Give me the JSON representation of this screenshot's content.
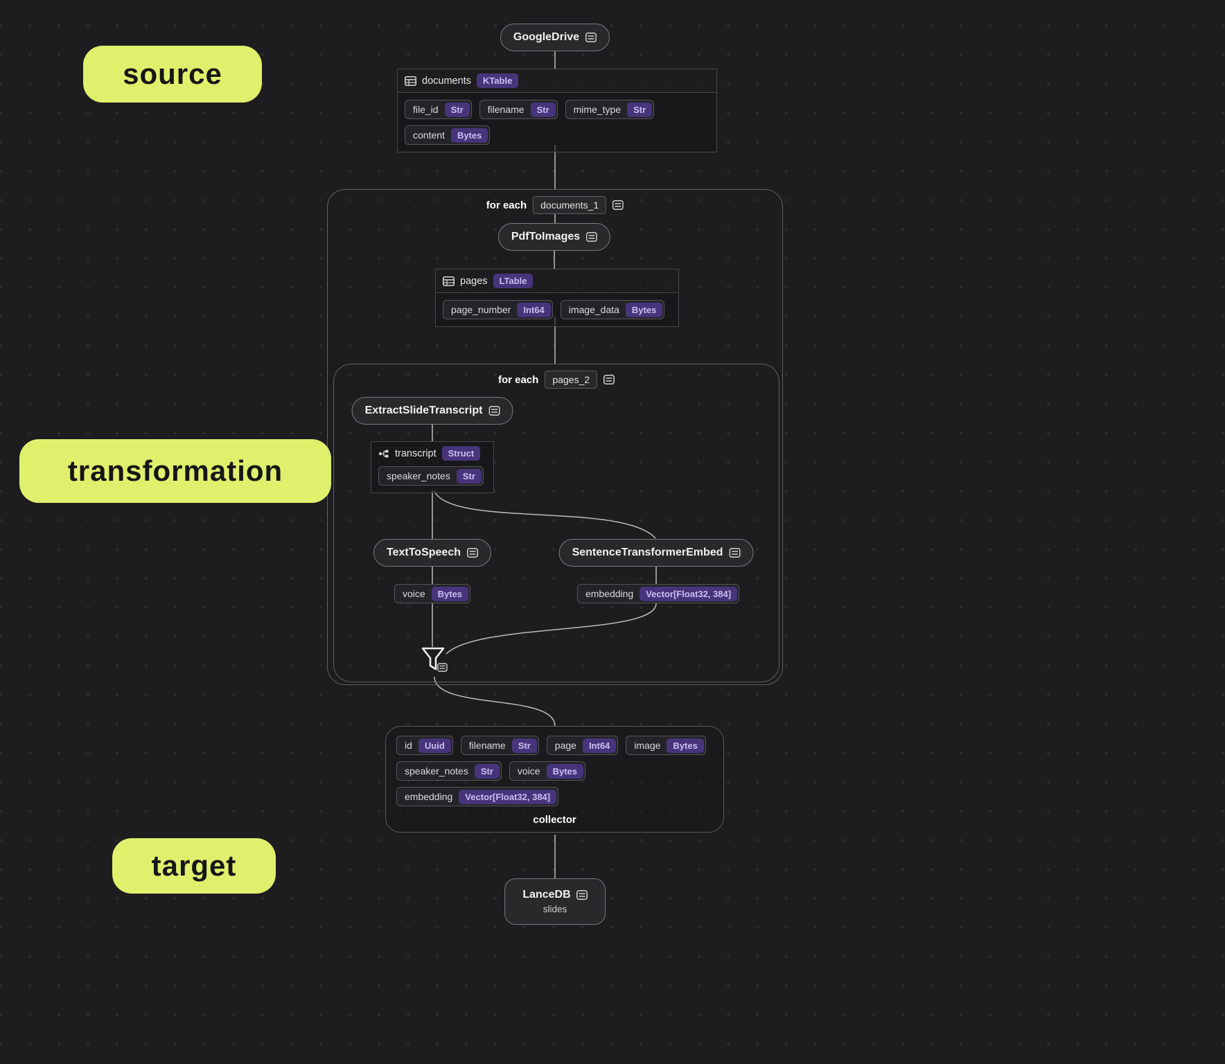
{
  "labels": {
    "source": "source",
    "transformation": "transformation",
    "target": "target"
  },
  "nodes": {
    "google_drive": {
      "title": "GoogleDrive"
    },
    "pdf_to_images": {
      "title": "PdfToImages"
    },
    "extract_slide_transcript": {
      "title": "ExtractSlideTranscript"
    },
    "text_to_speech": {
      "title": "TextToSpeech"
    },
    "sentence_transformer_embed": {
      "title": "SentenceTransformerEmbed"
    },
    "lance_db": {
      "title": "LanceDB",
      "subtitle": "slides"
    }
  },
  "foreach": {
    "documents": {
      "label": "for each",
      "var": "documents_1"
    },
    "pages": {
      "label": "for each",
      "var": "pages_2"
    }
  },
  "tables": {
    "documents": {
      "name": "documents",
      "kind": "KTable",
      "fields": [
        {
          "name": "file_id",
          "type": "Str"
        },
        {
          "name": "filename",
          "type": "Str"
        },
        {
          "name": "mime_type",
          "type": "Str"
        },
        {
          "name": "content",
          "type": "Bytes"
        }
      ]
    },
    "pages": {
      "name": "pages",
      "kind": "LTable",
      "fields": [
        {
          "name": "page_number",
          "type": "Int64"
        },
        {
          "name": "image_data",
          "type": "Bytes"
        }
      ]
    },
    "transcript": {
      "name": "transcript",
      "kind": "Struct",
      "fields": [
        {
          "name": "speaker_notes",
          "type": "Str"
        }
      ]
    }
  },
  "outputs": {
    "voice": {
      "name": "voice",
      "type": "Bytes"
    },
    "embedding": {
      "name": "embedding",
      "type": "Vector[Float32, 384]"
    }
  },
  "collector": {
    "label": "collector",
    "fields": [
      {
        "name": "id",
        "type": "Uuid"
      },
      {
        "name": "filename",
        "type": "Str"
      },
      {
        "name": "page",
        "type": "Int64"
      },
      {
        "name": "image",
        "type": "Bytes"
      },
      {
        "name": "speaker_notes",
        "type": "Str"
      },
      {
        "name": "voice",
        "type": "Bytes"
      },
      {
        "name": "embedding",
        "type": "Vector[Float32, 384]"
      }
    ]
  },
  "colors": {
    "accent_label_bg": "#dff06d",
    "accent_label_text": "#161616",
    "badge_bg": "#46357b",
    "badge_text": "#cbbef2",
    "canvas_bg": "#1d1d1f",
    "edge": "#bdbdbd"
  }
}
